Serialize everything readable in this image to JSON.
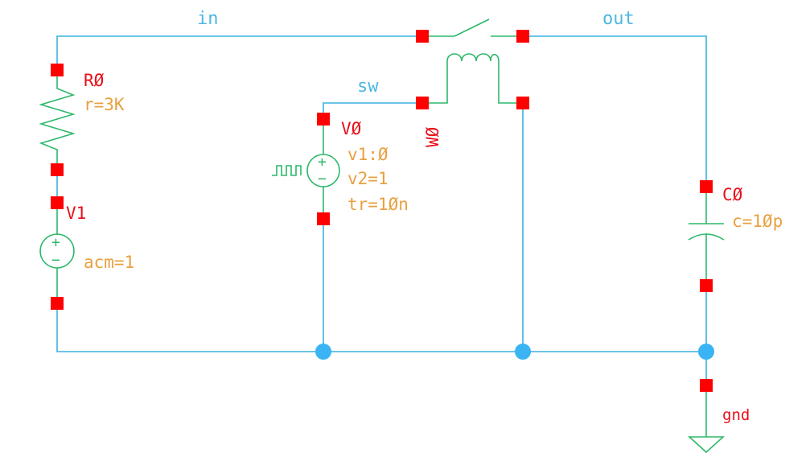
{
  "nets": {
    "in": "in",
    "out": "out",
    "sw": "sw",
    "gnd": "gnd"
  },
  "resistor": {
    "name": "RØ",
    "r": "r=3K"
  },
  "source_v1": {
    "name": "V1",
    "acm": "acm=1"
  },
  "pulse_v0": {
    "name": "VØ",
    "v1": "v1:Ø",
    "v2": "v2=1",
    "tr": "tr=1Øn"
  },
  "switch_w0": {
    "name": "WØ"
  },
  "capacitor": {
    "name": "CØ",
    "c": "c=1Øp"
  },
  "source_symbol": {
    "plus": "+",
    "minus": "−"
  },
  "colors": {
    "wire": "#3ab0e0",
    "device": "#2db86a",
    "pin": "#ff0000",
    "instance": "#e8101a",
    "property": "#e8a040",
    "net_label": "#4db8e0"
  }
}
